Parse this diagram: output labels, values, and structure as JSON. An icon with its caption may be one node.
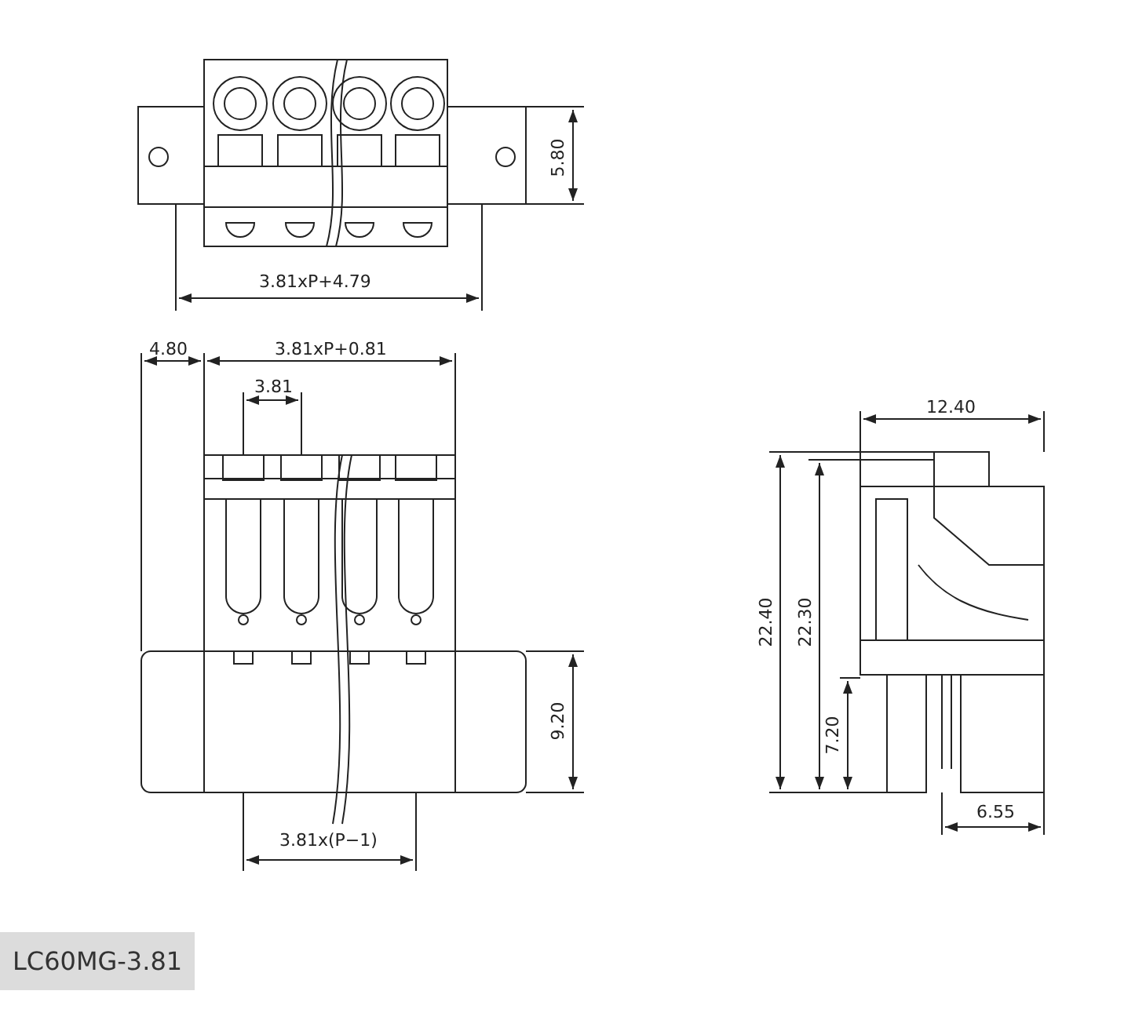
{
  "diagram": {
    "labels": [
      "5.80",
      "3.81xP+4.79",
      "4.80",
      "3.81xP+0.81",
      "3.81",
      "9.20",
      "3.81x(P−1)",
      "12.40",
      "22.40",
      "22.30",
      "7.20",
      "6.55",
      "LC60MG-3.81"
    ]
  }
}
